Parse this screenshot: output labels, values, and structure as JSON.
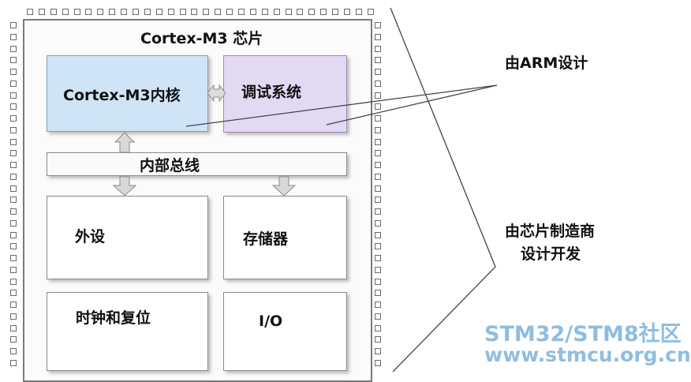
{
  "chip": {
    "title": "Cortex-M3 芯片",
    "core_label": "Cortex-M3内核",
    "debug_label": "调试系统",
    "bus_label": "内部总线",
    "periph_label": "外设",
    "memory_label": "存储器",
    "clock_label": "时钟和复位",
    "io_label": "I/O"
  },
  "annotations": {
    "arm_label": "由ARM设计",
    "vendor_line1": "由芯片制造商",
    "vendor_line2": "设计开发"
  },
  "watermark": {
    "line1": "STM32/STM8社区",
    "line2": "www.stmcu.org.cn"
  },
  "colors": {
    "core_fill": "#cfe4f6",
    "debug_fill": "#e3d9f3",
    "watermark": "#8fbde0"
  }
}
